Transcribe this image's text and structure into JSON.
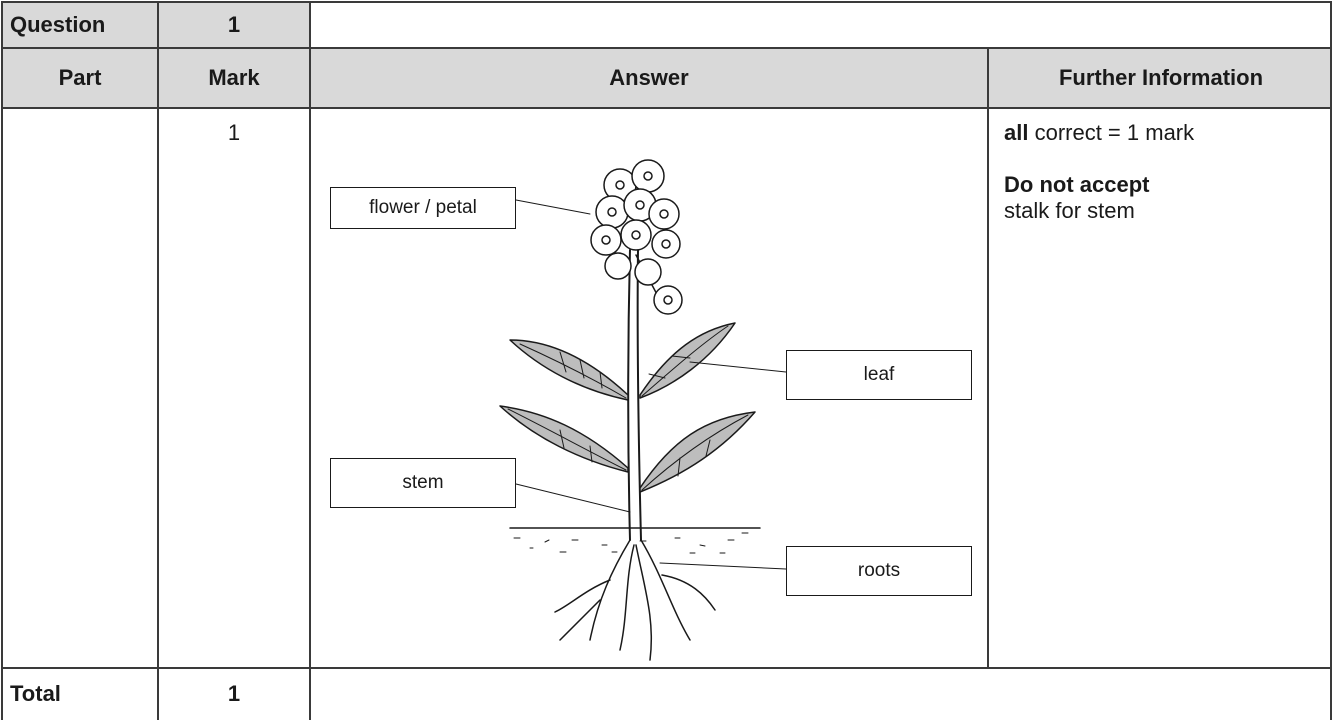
{
  "header": {
    "question_label": "Question",
    "question_number": "1",
    "part_label": "Part",
    "mark_label": "Mark",
    "answer_label": "Answer",
    "further_info_label": "Further Information"
  },
  "row": {
    "mark": "1",
    "info_bold_1": "all",
    "info_text_1": " correct = 1 mark",
    "info_bold_2": "Do not accept",
    "info_text_2": "stalk for stem"
  },
  "diagram_labels": {
    "flower": "flower / petal",
    "leaf": "leaf",
    "stem": "stem",
    "roots": "roots"
  },
  "footer": {
    "total_label": "Total",
    "total_value": "1"
  }
}
